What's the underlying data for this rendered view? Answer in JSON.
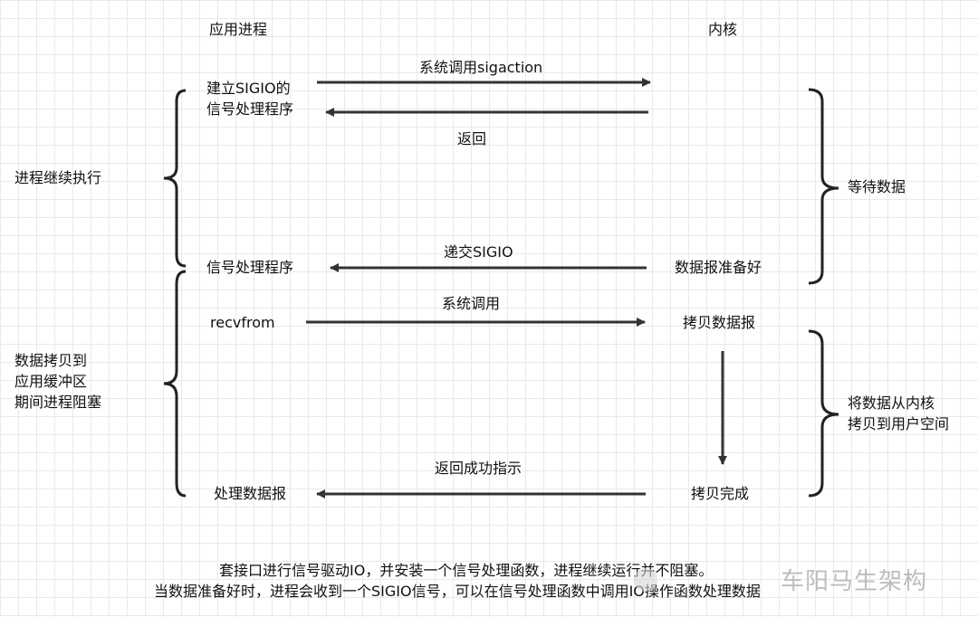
{
  "headers": {
    "app": "应用进程",
    "kernel": "内核"
  },
  "left_steps": {
    "setup_line1": "建立SIGIO的",
    "setup_line2": "信号处理程序",
    "handler": "信号处理程序",
    "recvfrom": "recvfrom",
    "process": "处理数据报"
  },
  "right_steps": {
    "ready": "数据报准备好",
    "copy": "拷贝数据报",
    "done": "拷贝完成"
  },
  "arrow_labels": {
    "sigaction": "系统调用sigaction",
    "return": "返回",
    "deliver": "递交SIGIO",
    "syscall": "系统调用",
    "success": "返回成功指示"
  },
  "brace_labels": {
    "continue": "进程继续执行",
    "block_line1": "数据拷贝到",
    "block_line2": "应用缓冲区",
    "block_line3": "期间进程阻塞",
    "wait": "等待数据",
    "copy_line1": "将数据从内核",
    "copy_line2": "拷贝到用户空间"
  },
  "caption": {
    "line1": "套接口进行信号驱动IO，并安装一个信号处理函数，进程继续运行并不阻塞。",
    "line2": "当数据准备好时，进程会收到一个SIGIO信号，可以在信号处理函数中调用IO操作函数处理数据"
  },
  "watermark": "车阳马生架构",
  "colors": {
    "line": "#333333",
    "text": "#111111",
    "watermark": "#bdbdbd"
  }
}
